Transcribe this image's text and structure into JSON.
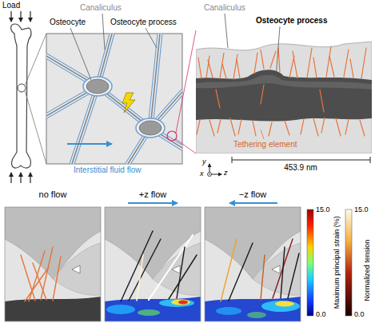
{
  "diagram": {
    "labels": [
      "Load",
      "Osteocyte",
      "Canaliculus",
      "Osteocyte process",
      "Interstitial fluid flow",
      "Canaliculus",
      "Osteocyte process",
      "Tethering element",
      "453.9 nm",
      "y",
      "x",
      "z",
      "no flow",
      "+z flow",
      "−z flow",
      "15.0",
      "0.0",
      "Maximum principal strain (%)",
      "15.0",
      "0.0",
      "Normalized tension"
    ]
  }
}
